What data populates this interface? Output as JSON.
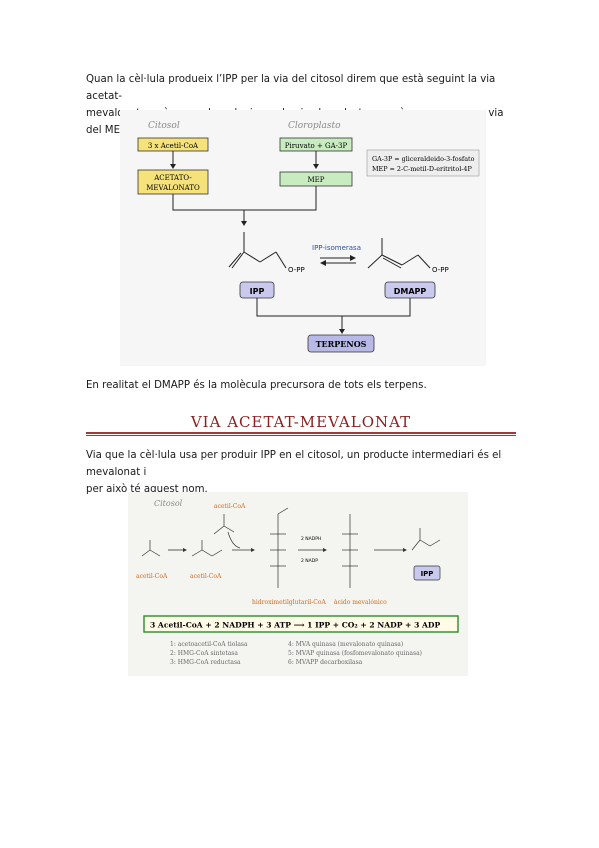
{
  "intro": {
    "line1": "Quan la cèl·lula produeix l’IPP per la via del citosol direm que està seguint la via acetat-",
    "line2": "mevalonat, però quan el produeix per la via cloroplast passarà a anomenar-se via del MEP."
  },
  "figure1": {
    "label_cytosol": "Citosol",
    "label_chloroplast": "Cloroplasto",
    "box_acetyl": "3 x Acetil-CoA",
    "box_pyruvate": "Piruvato + GA-3P",
    "box_aceto_line1": "ACETATO-",
    "box_aceto_line2": "MEVALONATO",
    "box_mep": "MEP",
    "legend_line1": "GA-3P = gliceraldeido-3-fosfato",
    "legend_line2": "MEP = 2-C-metil-D-eritritol-4P",
    "isomerase": "IPP-isomerasa",
    "opp_left": "O-PP",
    "opp_right": "O-PP",
    "ipp": "IPP",
    "dmapp": "DMAPP",
    "terpenos": "TERPENOS"
  },
  "para2": "En realitat el DMAPP és la molècula precursora de tots els terpens.",
  "heading": "VIA ACETAT-MEVALONAT",
  "para3": {
    "line1": "Via que la cèl·lula usa per produir IPP en el citosol, un producte intermediari és el mevalonat i",
    "line2": "per això té aquest nom."
  },
  "figure2": {
    "label_cytosol": "Citosol",
    "acetil_coa_top": "acetil-CoA",
    "acetil_coa_1": "acetil-CoA",
    "acetil_coa_2": "acetil-CoA",
    "hmg": "hidroximetilglutaril-CoA",
    "mevalonic": "àcido mevalónico",
    "ipp": "IPP",
    "nadph": "2 NADPH",
    "nadp": "2 NADP",
    "equation": "3 Acetil-CoA + 2 NADPH + 3 ATP ⟶ 1 IPP + CO₂ + 2 NADP + 3 ADP",
    "enzymes": [
      "1: acetoacetil-CoA tiolasa",
      "2: HMG-CoA sintetasa",
      "3: HMG-CoA reductasa",
      "4: MVA quinasa (mevalonato quinasa)",
      "5: MVAP quinasa (fosfomevalonato quinasa)",
      "6: MVAPP decarboxilasa"
    ]
  },
  "colors": {
    "heading": "#8a1f1f",
    "rule": "#a0393a",
    "box_yellow": "#f5e27a",
    "box_green": "#c8ecc0",
    "box_lavender": "#c9c9ee",
    "box_terpenos": "#b9b9e8",
    "equation_border": "#2e8b2e",
    "orange": "#d2691e"
  }
}
